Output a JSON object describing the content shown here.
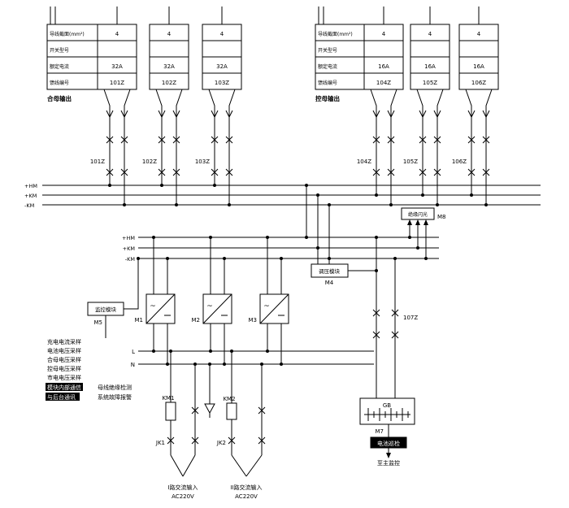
{
  "colors": {
    "line": "#000000",
    "background": "#ffffff",
    "highlight_bg": "#000000",
    "highlight_text": "#ffffff"
  },
  "feeder_tables": {
    "row_labels": [
      "导线截面(mm²)",
      "开关型号",
      "额定电流",
      "馈线编号"
    ],
    "left": {
      "columns": [
        [
          "4",
          "",
          "32A",
          "101Z"
        ],
        [
          "4",
          "",
          "32A",
          "102Z"
        ],
        [
          "4",
          "",
          "32A",
          "103Z"
        ]
      ],
      "output_label": "合母输出"
    },
    "right": {
      "columns": [
        [
          "4",
          "",
          "16A",
          "104Z"
        ],
        [
          "4",
          "",
          "16A",
          "105Z"
        ],
        [
          "4",
          "",
          "16A",
          "106Z"
        ]
      ],
      "output_label": "控母输出"
    }
  },
  "feeders": {
    "left_labels": [
      "101Z",
      "102Z",
      "103Z"
    ],
    "right_labels": [
      "104Z",
      "105Z",
      "106Z"
    ]
  },
  "buses": {
    "main": [
      "+HM",
      "+KM",
      "-KM"
    ],
    "secondary": [
      "+HM",
      "+KM",
      "-KM"
    ],
    "ac": [
      "L",
      "N"
    ]
  },
  "modules": {
    "monitor": {
      "name": "监控模块",
      "id": "M5"
    },
    "rectifiers": {
      "ids": [
        "M1",
        "M2",
        "M3"
      ],
      "ac_symbol": "~"
    },
    "regulator": {
      "name": "调压模块",
      "id": "M4"
    },
    "flash": {
      "name": "绝缘闪光",
      "id": "M8"
    },
    "battery_switch_label": "107Z",
    "battery": {
      "name": "GB",
      "id": "M7"
    },
    "battery_monitor": {
      "name": "电池巡检",
      "dest": "至主监控"
    }
  },
  "monitor_functions": {
    "samples": [
      "充电电流采样",
      "电池电压采样",
      "合母电压采样",
      "控母电压采样",
      "市电电压采样"
    ],
    "comm": [
      "模块内部通信",
      "与后台通讯"
    ],
    "detect": [
      "母线绝缘检测",
      "系统故障报警"
    ]
  },
  "switches": {
    "contactors": [
      "KM1",
      "KM2"
    ],
    "relays": [
      "JK1",
      "JK2"
    ]
  },
  "ac_inputs": [
    {
      "name": "I路交流输入",
      "voltage": "AC220V"
    },
    {
      "name": "II路交流输入",
      "voltage": "AC220V"
    }
  ]
}
